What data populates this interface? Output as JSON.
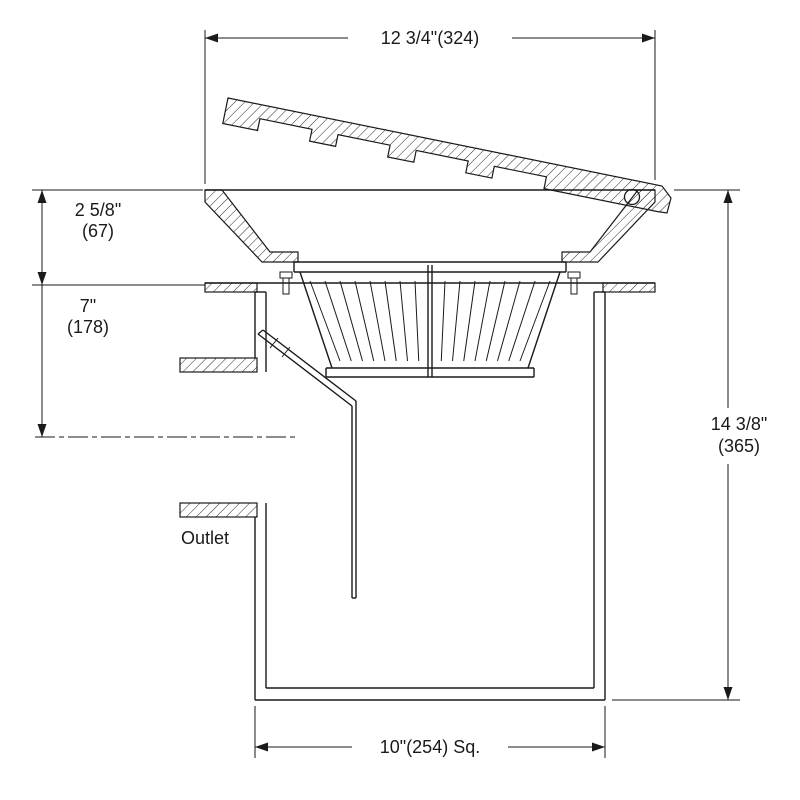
{
  "colors": {
    "line": "#1a1a1a",
    "background": "#ffffff"
  },
  "labels": {
    "outlet": "Outlet"
  },
  "dimensions": {
    "top_width": "12 3/4\"(324)",
    "rim_depth_in": "2 5/8\"",
    "rim_depth_mm": "(67)",
    "outlet_centerline_in": "7\"",
    "outlet_centerline_mm": "(178)",
    "overall_height_in": "14 3/8\"",
    "overall_height_mm": "(365)",
    "base_width": "10\"(254) Sq."
  }
}
